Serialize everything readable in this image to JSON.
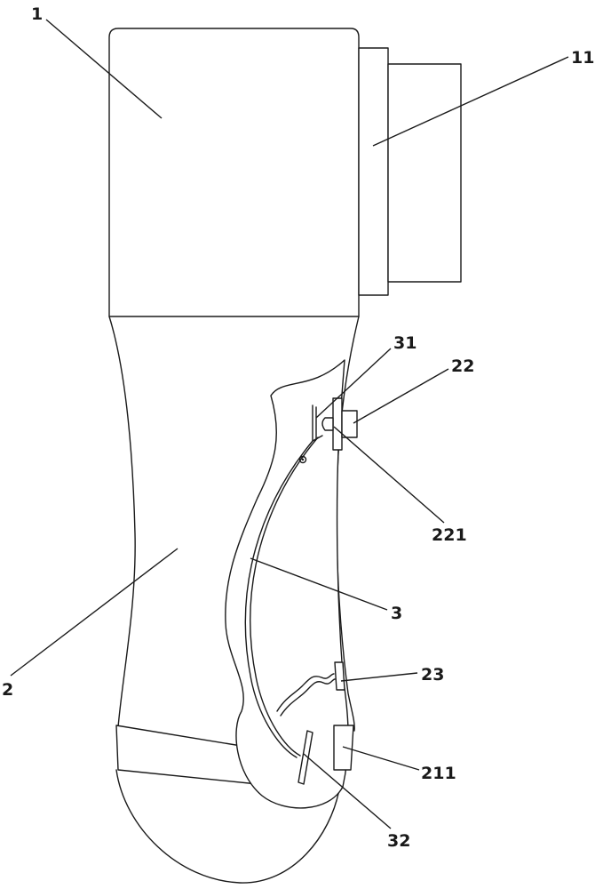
{
  "labels": {
    "l1": "1",
    "l11": "11",
    "l31": "31",
    "l22": "22",
    "l221": "221",
    "l3": "3",
    "l2": "2",
    "l23": "23",
    "l211": "211",
    "l32": "32"
  }
}
